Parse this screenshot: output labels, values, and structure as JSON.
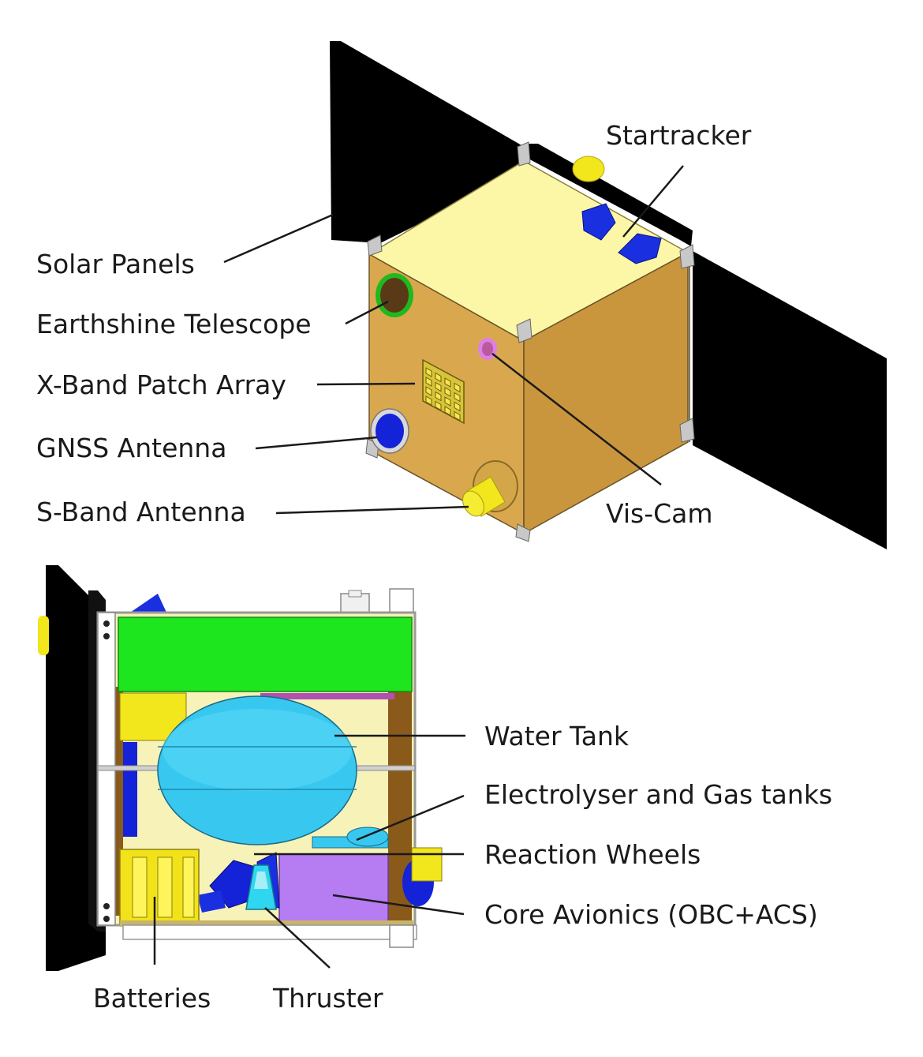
{
  "labels": {
    "startracker": "Startracker",
    "solar_panels": "Solar Panels",
    "earthshine_telescope": "Earthshine Telescope",
    "x_band_patch_array": "X-Band Patch Array",
    "gnss_antenna": "GNSS Antenna",
    "s_band_antenna": "S-Band Antenna",
    "vis_cam": "Vis-Cam",
    "water_tank": "Water Tank",
    "electrolyser": "Electrolyser and Gas tanks",
    "reaction_wheels": "Reaction Wheels",
    "core_avionics": "Core Avionics (OBC+ACS)",
    "batteries": "Batteries",
    "thruster": "Thruster"
  },
  "colors": {
    "solar_panel": "#000000",
    "bus_front": "#d9a84e",
    "bus_side": "#c9963e",
    "bus_top": "#fbf7a6",
    "startracker": "#1a2fe0",
    "gnss": "#1422d8",
    "s_band": "#f2e61c",
    "water_tank": "#38c8ef",
    "green_module": "#1ee61e",
    "core_avionics": "#b67cf2",
    "batteries": "#f2e21a",
    "thruster": "#2ed6ef",
    "earthshine_ring": "#1fb81f",
    "vis_cam_ring": "#e07ee8"
  }
}
